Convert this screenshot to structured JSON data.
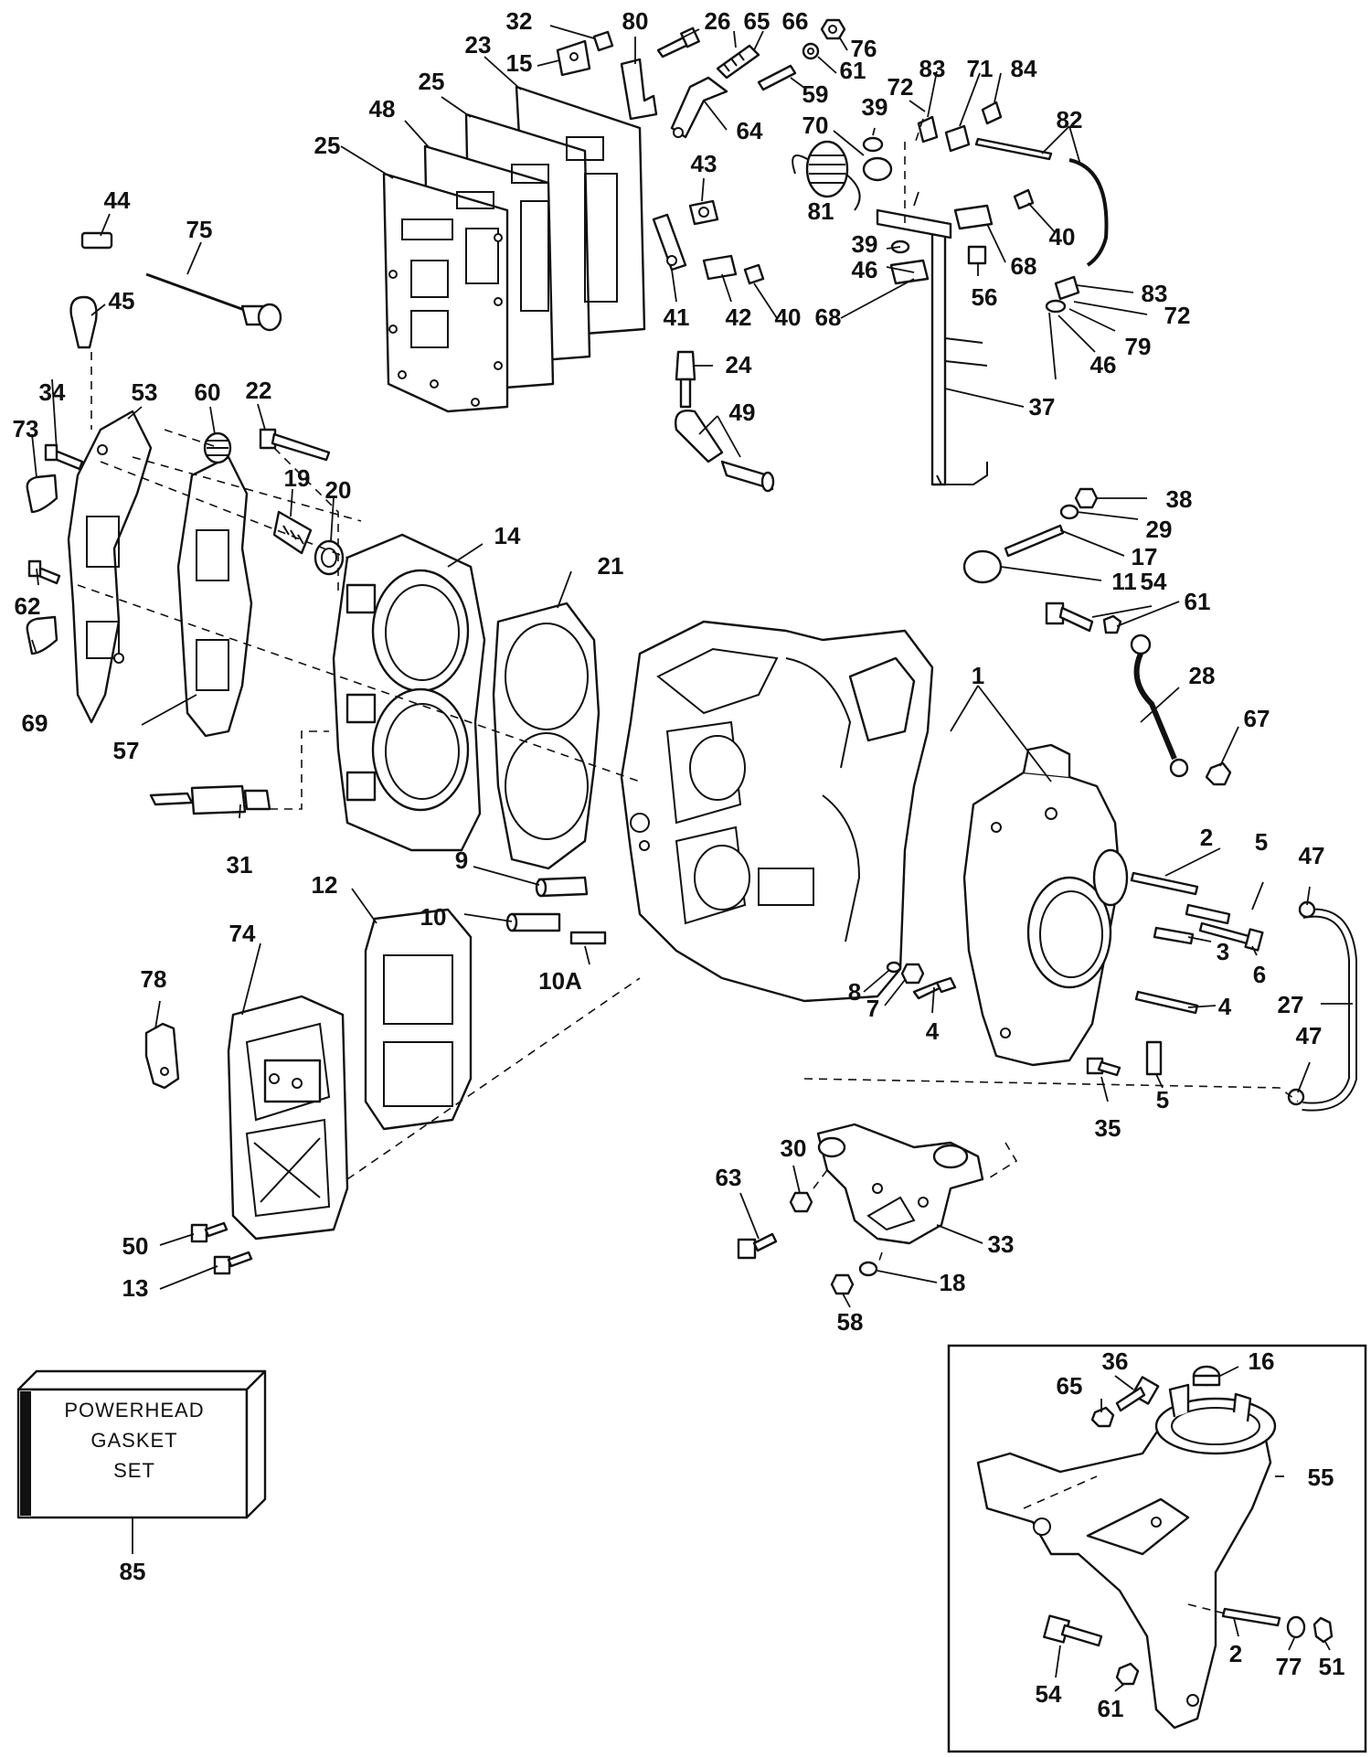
{
  "callouts": [
    {
      "id": "c32",
      "label": "32"
    },
    {
      "id": "c80",
      "label": "80"
    },
    {
      "id": "c26",
      "label": "26"
    },
    {
      "id": "c65a",
      "label": "65"
    },
    {
      "id": "c66",
      "label": "66"
    },
    {
      "id": "c76",
      "label": "76"
    },
    {
      "id": "c23",
      "label": "23"
    },
    {
      "id": "c15",
      "label": "15"
    },
    {
      "id": "c61a",
      "label": "61"
    },
    {
      "id": "c83a",
      "label": "83"
    },
    {
      "id": "c71",
      "label": "71"
    },
    {
      "id": "c84",
      "label": "84"
    },
    {
      "id": "c25a",
      "label": "25"
    },
    {
      "id": "c59",
      "label": "59"
    },
    {
      "id": "c72a",
      "label": "72"
    },
    {
      "id": "c48",
      "label": "48"
    },
    {
      "id": "c39a",
      "label": "39"
    },
    {
      "id": "c82",
      "label": "82"
    },
    {
      "id": "c70",
      "label": "70"
    },
    {
      "id": "c64",
      "label": "64"
    },
    {
      "id": "c25b",
      "label": "25"
    },
    {
      "id": "c43",
      "label": "43"
    },
    {
      "id": "c81",
      "label": "81"
    },
    {
      "id": "c44",
      "label": "44"
    },
    {
      "id": "c75",
      "label": "75"
    },
    {
      "id": "c40a",
      "label": "40"
    },
    {
      "id": "c39b",
      "label": "39"
    },
    {
      "id": "c68a",
      "label": "68"
    },
    {
      "id": "c46a",
      "label": "46"
    },
    {
      "id": "c56",
      "label": "56"
    },
    {
      "id": "c83b",
      "label": "83"
    },
    {
      "id": "c45",
      "label": "45"
    },
    {
      "id": "c41",
      "label": "41"
    },
    {
      "id": "c42",
      "label": "42"
    },
    {
      "id": "c40b",
      "label": "40"
    },
    {
      "id": "c68b",
      "label": "68"
    },
    {
      "id": "c72b",
      "label": "72"
    },
    {
      "id": "c79",
      "label": "79"
    },
    {
      "id": "c46b",
      "label": "46"
    },
    {
      "id": "c24",
      "label": "24"
    },
    {
      "id": "c34",
      "label": "34"
    },
    {
      "id": "c53",
      "label": "53"
    },
    {
      "id": "c60",
      "label": "60"
    },
    {
      "id": "c22",
      "label": "22"
    },
    {
      "id": "c49",
      "label": "49"
    },
    {
      "id": "c37",
      "label": "37"
    },
    {
      "id": "c73",
      "label": "73"
    },
    {
      "id": "c19",
      "label": "19"
    },
    {
      "id": "c20",
      "label": "20"
    },
    {
      "id": "c38",
      "label": "38"
    },
    {
      "id": "c29",
      "label": "29"
    },
    {
      "id": "c14",
      "label": "14"
    },
    {
      "id": "c17",
      "label": "17"
    },
    {
      "id": "c21",
      "label": "21"
    },
    {
      "id": "c11",
      "label": "11"
    },
    {
      "id": "c62",
      "label": "62"
    },
    {
      "id": "c54a",
      "label": "54"
    },
    {
      "id": "c61b",
      "label": "61"
    },
    {
      "id": "c1",
      "label": "1"
    },
    {
      "id": "c28",
      "label": "28"
    },
    {
      "id": "c69",
      "label": "69"
    },
    {
      "id": "c57",
      "label": "57"
    },
    {
      "id": "c67",
      "label": "67"
    },
    {
      "id": "c31",
      "label": "31"
    },
    {
      "id": "c2a",
      "label": "2"
    },
    {
      "id": "c5a",
      "label": "5"
    },
    {
      "id": "c47a",
      "label": "47"
    },
    {
      "id": "c12",
      "label": "12"
    },
    {
      "id": "c9",
      "label": "9"
    },
    {
      "id": "c74",
      "label": "74"
    },
    {
      "id": "c10",
      "label": "10"
    },
    {
      "id": "c3",
      "label": "3"
    },
    {
      "id": "c6",
      "label": "6"
    },
    {
      "id": "c10A",
      "label": "10A"
    },
    {
      "id": "c8",
      "label": "8"
    },
    {
      "id": "c27",
      "label": "27"
    },
    {
      "id": "c78",
      "label": "78"
    },
    {
      "id": "c7",
      "label": "7"
    },
    {
      "id": "c4a",
      "label": "4"
    },
    {
      "id": "c4b",
      "label": "4"
    },
    {
      "id": "c47b",
      "label": "47"
    },
    {
      "id": "c35",
      "label": "35"
    },
    {
      "id": "c5b",
      "label": "5"
    },
    {
      "id": "c30",
      "label": "30"
    },
    {
      "id": "c63",
      "label": "63"
    },
    {
      "id": "c33",
      "label": "33"
    },
    {
      "id": "c50",
      "label": "50"
    },
    {
      "id": "c18",
      "label": "18"
    },
    {
      "id": "c13",
      "label": "13"
    },
    {
      "id": "c58",
      "label": "58"
    },
    {
      "id": "c36",
      "label": "36"
    },
    {
      "id": "c16",
      "label": "16"
    },
    {
      "id": "c65b",
      "label": "65"
    },
    {
      "id": "c55",
      "label": "55"
    },
    {
      "id": "c85",
      "label": "85"
    },
    {
      "id": "c2b",
      "label": "2"
    },
    {
      "id": "c77",
      "label": "77"
    },
    {
      "id": "c54b",
      "label": "54"
    },
    {
      "id": "c61c",
      "label": "61"
    },
    {
      "id": "c51",
      "label": "51"
    }
  ],
  "gasket_set": {
    "line1": "POWERHEAD",
    "line2": "GASKET",
    "line3": "SET"
  },
  "colors": {
    "ink": "#111111",
    "paper": "#ffffff"
  }
}
